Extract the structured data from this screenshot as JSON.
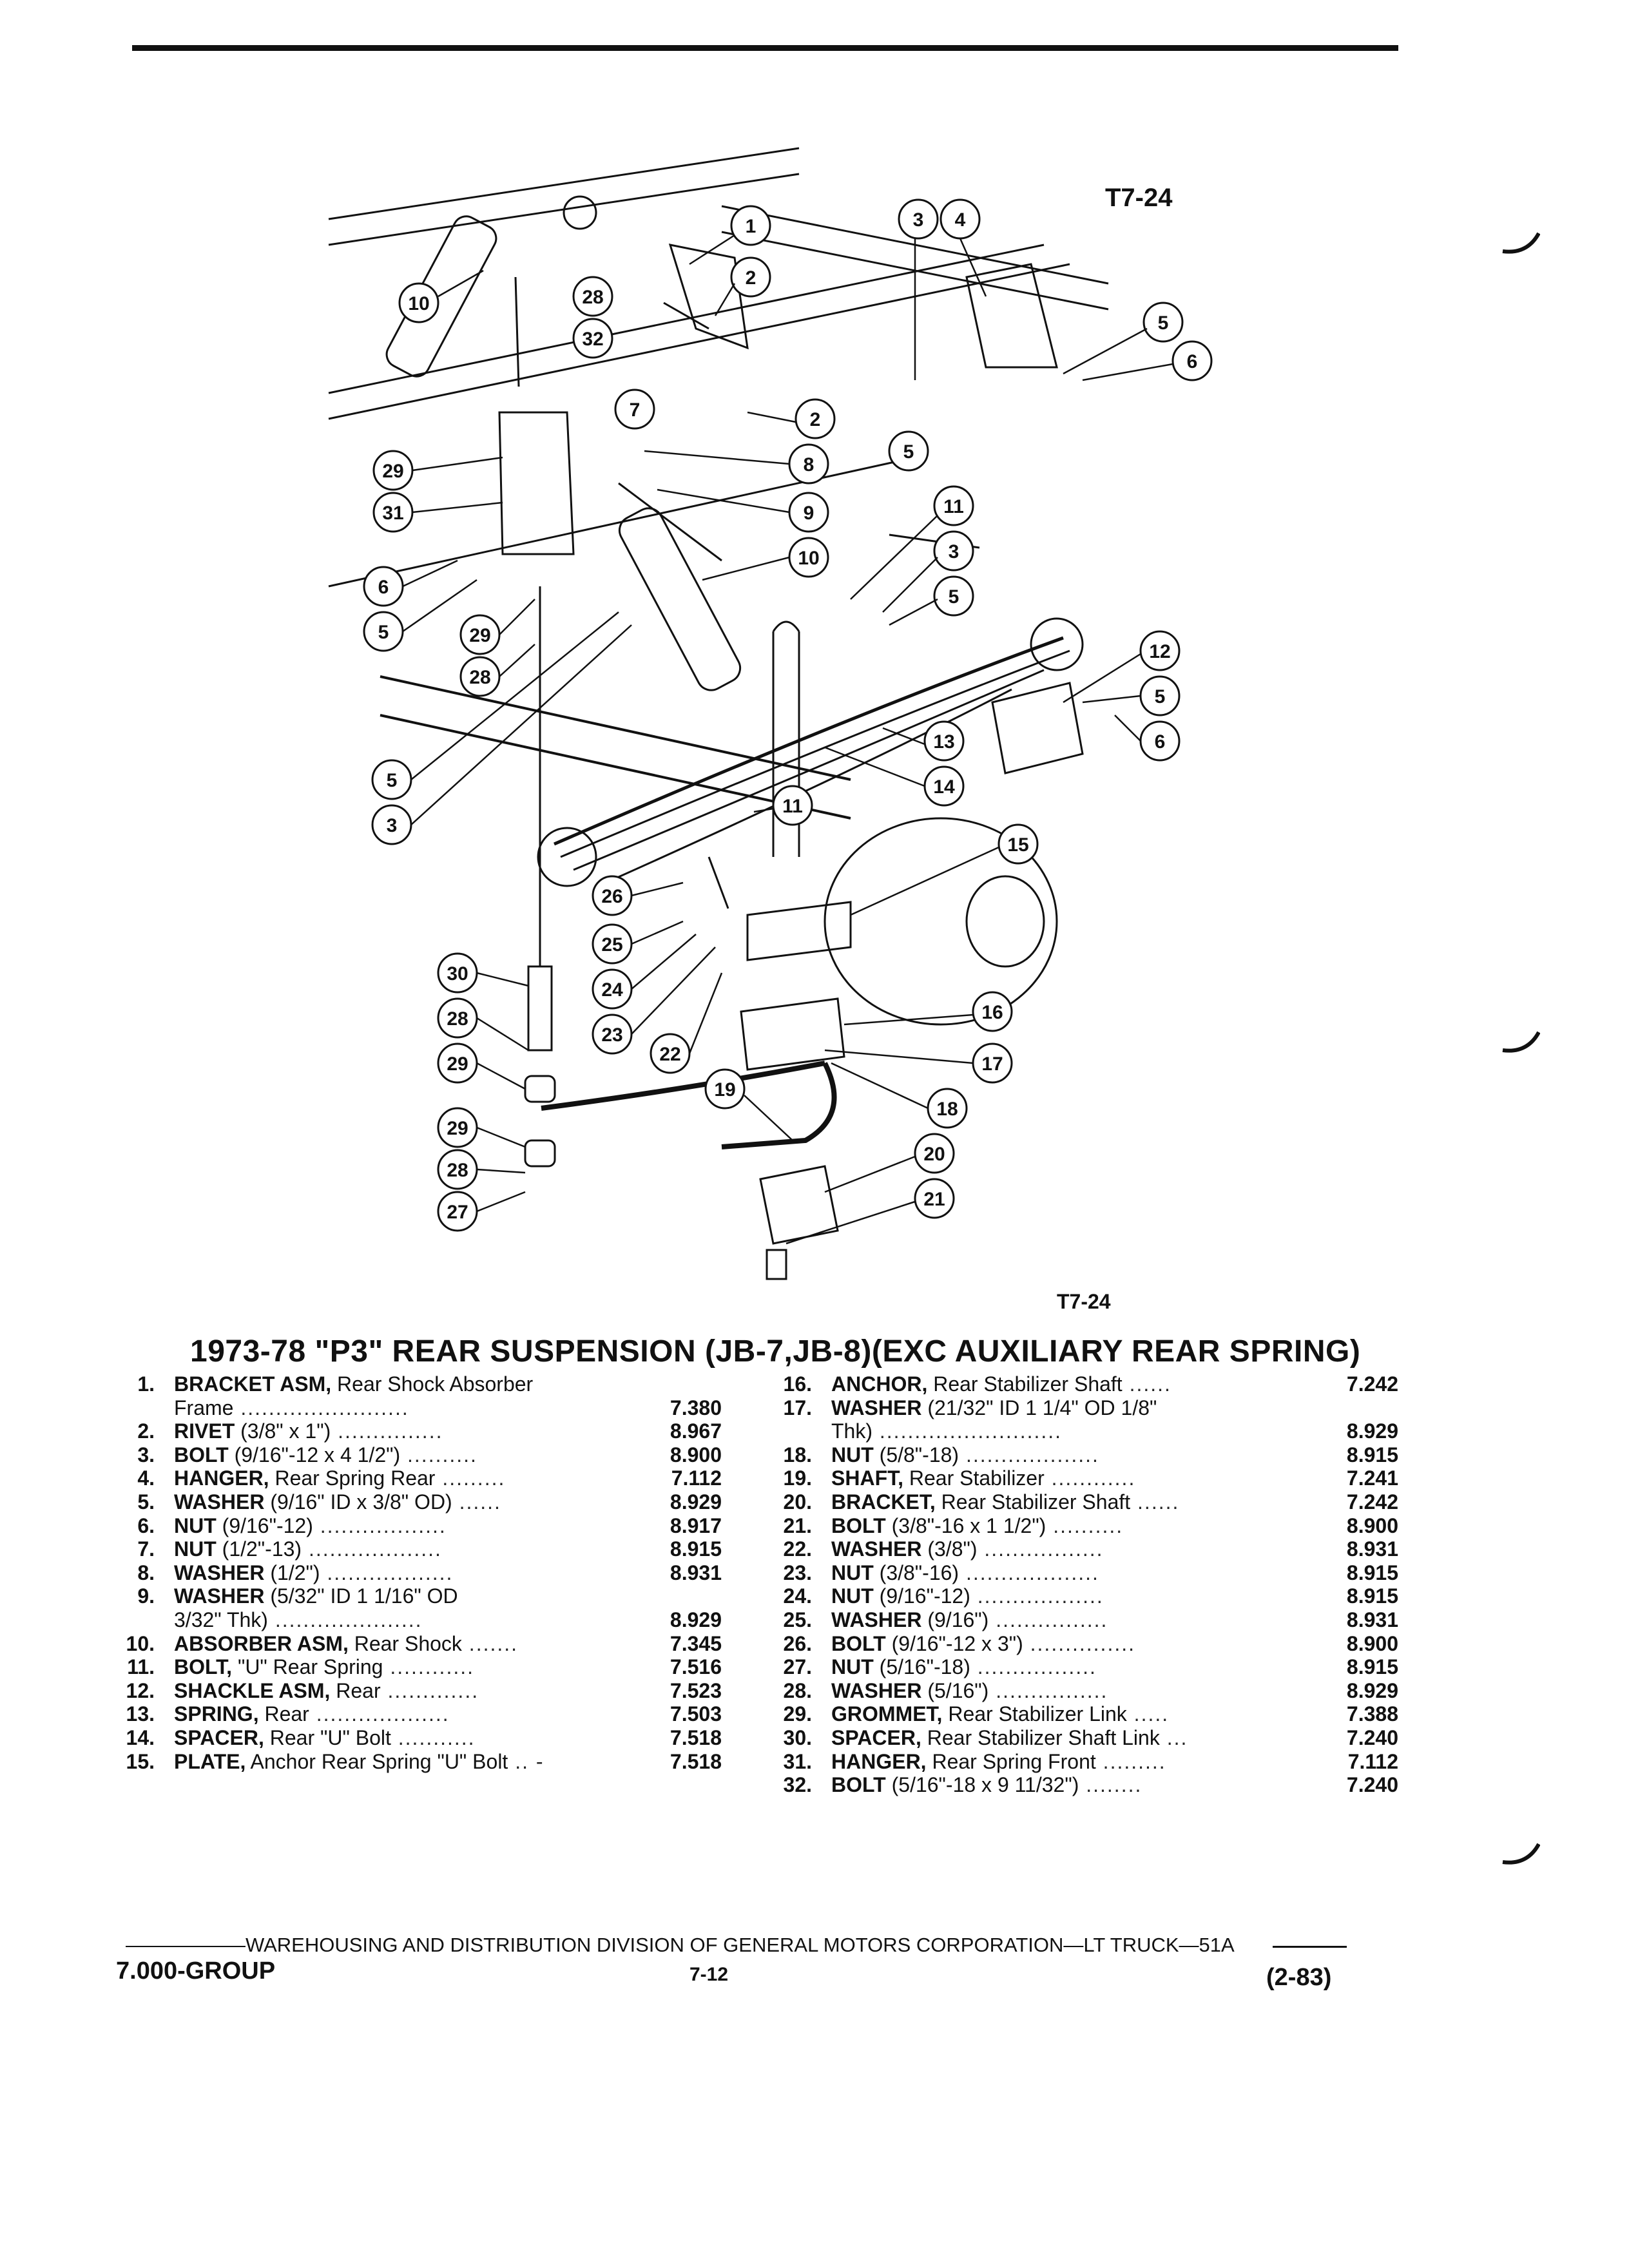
{
  "figure": {
    "code_top": "T7-24",
    "code_bottom": "T7-24",
    "callouts": [
      "1",
      "2",
      "3",
      "4",
      "5",
      "6",
      "7",
      "8",
      "9",
      "10",
      "11",
      "12",
      "13",
      "14",
      "15",
      "16",
      "17",
      "18",
      "19",
      "20",
      "21",
      "22",
      "23",
      "24",
      "25",
      "26",
      "27",
      "28",
      "29",
      "30",
      "31",
      "32"
    ]
  },
  "title": "1973-78 \"P3\" REAR SUSPENSION (JB-7,JB-8)(EXC AUXILIARY REAR SPRING)",
  "left_items": [
    {
      "num": "1.",
      "part": "BRACKET ASM,",
      "desc": " Rear Shock Absorber",
      "code": ""
    },
    {
      "num": "",
      "part": "",
      "desc": "Frame",
      "code": "7.380"
    },
    {
      "num": "2.",
      "part": "RIVET",
      "desc": " (3/8\" x 1\")",
      "code": "8.967"
    },
    {
      "num": "3.",
      "part": "BOLT",
      "desc": " (9/16\"-12 x 4 1/2\")",
      "code": "8.900"
    },
    {
      "num": "4.",
      "part": "HANGER,",
      "desc": " Rear Spring Rear",
      "code": "7.112"
    },
    {
      "num": "5.",
      "part": "WASHER",
      "desc": " (9/16\" ID x 3/8\" OD)",
      "code": "8.929"
    },
    {
      "num": "6.",
      "part": "NUT",
      "desc": " (9/16\"-12)",
      "code": "8.917"
    },
    {
      "num": "7.",
      "part": "NUT",
      "desc": " (1/2\"-13)",
      "code": "8.915"
    },
    {
      "num": "8.",
      "part": "WASHER",
      "desc": " (1/2\")",
      "code": "8.931"
    },
    {
      "num": "9.",
      "part": "WASHER",
      "desc": " (5/32\" ID 1 1/16\" OD",
      "code": ""
    },
    {
      "num": "",
      "part": "",
      "desc": "3/32\" Thk)",
      "code": "8.929"
    },
    {
      "num": "10.",
      "part": "ABSORBER ASM,",
      "desc": " Rear Shock",
      "code": "7.345"
    },
    {
      "num": "11.",
      "part": "BOLT,",
      "desc": " \"U\" Rear Spring",
      "code": "7.516"
    },
    {
      "num": "12.",
      "part": "SHACKLE ASM,",
      "desc": " Rear",
      "code": "7.523"
    },
    {
      "num": "13.",
      "part": "SPRING,",
      "desc": " Rear",
      "code": "7.503"
    },
    {
      "num": "14.",
      "part": "SPACER,",
      "desc": " Rear \"U\" Bolt",
      "code": "7.518"
    },
    {
      "num": "15.",
      "part": "PLATE,",
      "desc": " Anchor Rear Spring \"U\" Bolt",
      "code": "7.518"
    }
  ],
  "right_items": [
    {
      "num": "16.",
      "part": "ANCHOR,",
      "desc": " Rear Stabilizer Shaft",
      "code": "7.242"
    },
    {
      "num": "17.",
      "part": "WASHER",
      "desc": " (21/32\" ID 1 1/4\" OD 1/8\"",
      "code": ""
    },
    {
      "num": "",
      "part": "",
      "desc": "Thk)",
      "code": "8.929"
    },
    {
      "num": "18.",
      "part": "NUT",
      "desc": " (5/8\"-18)",
      "code": "8.915"
    },
    {
      "num": "19.",
      "part": "SHAFT,",
      "desc": " Rear Stabilizer",
      "code": "7.241"
    },
    {
      "num": "20.",
      "part": "BRACKET,",
      "desc": " Rear Stabilizer Shaft",
      "code": "7.242"
    },
    {
      "num": "21.",
      "part": "BOLT",
      "desc": " (3/8\"-16 x 1 1/2\")",
      "code": "8.900"
    },
    {
      "num": "22.",
      "part": "WASHER",
      "desc": " (3/8\")",
      "code": "8.931"
    },
    {
      "num": "23.",
      "part": "NUT",
      "desc": " (3/8\"-16)",
      "code": "8.915"
    },
    {
      "num": "24.",
      "part": "NUT",
      "desc": " (9/16\"-12)",
      "code": "8.915"
    },
    {
      "num": "25.",
      "part": "WASHER",
      "desc": " (9/16\")",
      "code": "8.931"
    },
    {
      "num": "26.",
      "part": "BOLT",
      "desc": " (9/16\"-12 x 3\")",
      "code": "8.900"
    },
    {
      "num": "27.",
      "part": "NUT",
      "desc": " (5/16\"-18)",
      "code": "8.915"
    },
    {
      "num": "28.",
      "part": "WASHER",
      "desc": " (5/16\")",
      "code": "8.929"
    },
    {
      "num": "29.",
      "part": "GROMMET,",
      "desc": " Rear Stabilizer Link",
      "code": "7.388"
    },
    {
      "num": "30.",
      "part": "SPACER,",
      "desc": " Rear Stabilizer Shaft Link",
      "code": "7.240"
    },
    {
      "num": "31.",
      "part": "HANGER,",
      "desc": " Rear Spring Front",
      "code": "7.112"
    },
    {
      "num": "32.",
      "part": "BOLT",
      "desc": " (5/16\"-18 x 9 11/32\")",
      "code": "7.240"
    }
  ],
  "footer": {
    "line": "WAREHOUSING AND DISTRIBUTION  DIVISION OF GENERAL MOTORS CORPORATION—LT TRUCK—51A",
    "group": "7.000-GROUP",
    "page": "7-12",
    "date": "(2-83)"
  }
}
